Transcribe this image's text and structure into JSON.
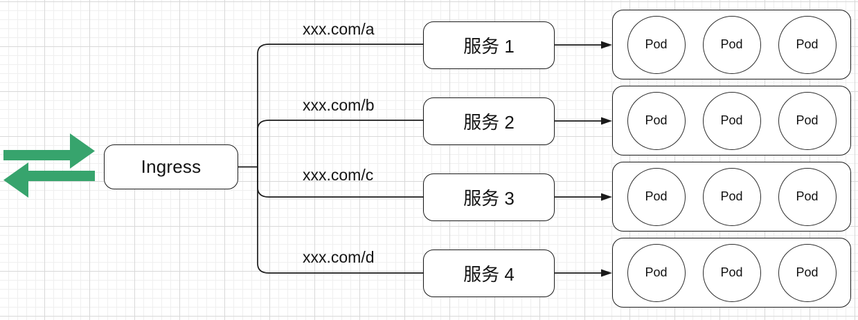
{
  "diagram": {
    "title": "Kubernetes Ingress routing diagram",
    "background": {
      "grid": true,
      "grid_minor_color": "#efefef",
      "grid_major_color": "#d8d8d8",
      "canvas_color": "#ffffff"
    },
    "accent_color": "#37a46d",
    "stroke_color": "#1a1a1a"
  },
  "traffic_icon": {
    "name": "bidirectional-traffic-arrows",
    "color": "#37a46d"
  },
  "ingress": {
    "label": "Ingress"
  },
  "routes": [
    {
      "url": "xxx.com/a",
      "service": "服务 1",
      "pods": [
        "Pod",
        "Pod",
        "Pod"
      ]
    },
    {
      "url": "xxx.com/b",
      "service": "服务 2",
      "pods": [
        "Pod",
        "Pod",
        "Pod"
      ]
    },
    {
      "url": "xxx.com/c",
      "service": "服务 3",
      "pods": [
        "Pod",
        "Pod",
        "Pod"
      ]
    },
    {
      "url": "xxx.com/d",
      "service": "服务 4",
      "pods": [
        "Pod",
        "Pod",
        "Pod"
      ]
    }
  ]
}
